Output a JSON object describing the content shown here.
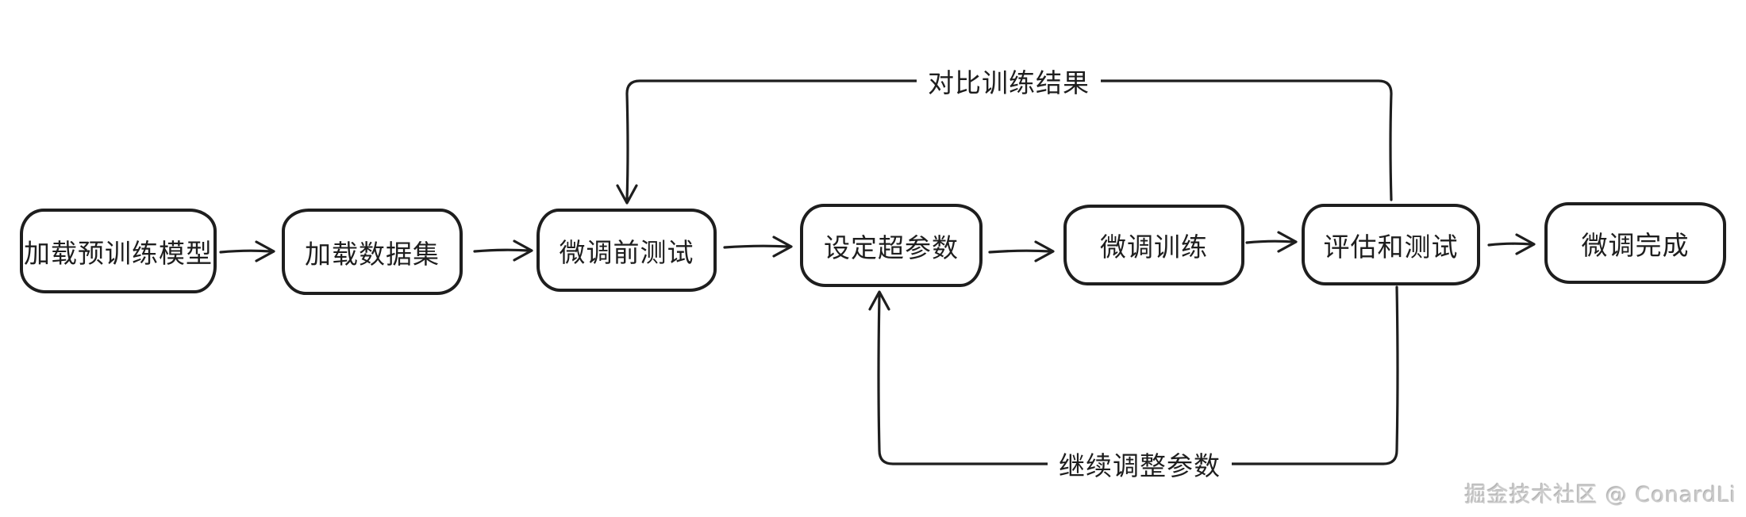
{
  "diagram": {
    "title_implicit": "",
    "nodes": [
      {
        "id": "load-pretrained-model",
        "label": "加载预训练模型"
      },
      {
        "id": "load-dataset",
        "label": "加载数据集"
      },
      {
        "id": "pre-finetune-test",
        "label": "微调前测试"
      },
      {
        "id": "set-hyperparameters",
        "label": "设定超参数"
      },
      {
        "id": "finetune-training",
        "label": "微调训练"
      },
      {
        "id": "evaluate-and-test",
        "label": "评估和测试"
      },
      {
        "id": "finetune-complete",
        "label": "微调完成"
      }
    ],
    "edge_labels": {
      "compare_results": "对比训练结果",
      "adjust_params": "继续调整参数"
    },
    "colors": {
      "stroke": "#1e1e1e",
      "background": "#ffffff",
      "watermark_text": "#cbcbcb"
    }
  },
  "watermark": {
    "text": "掘金技术社区 @ ConardLi"
  }
}
